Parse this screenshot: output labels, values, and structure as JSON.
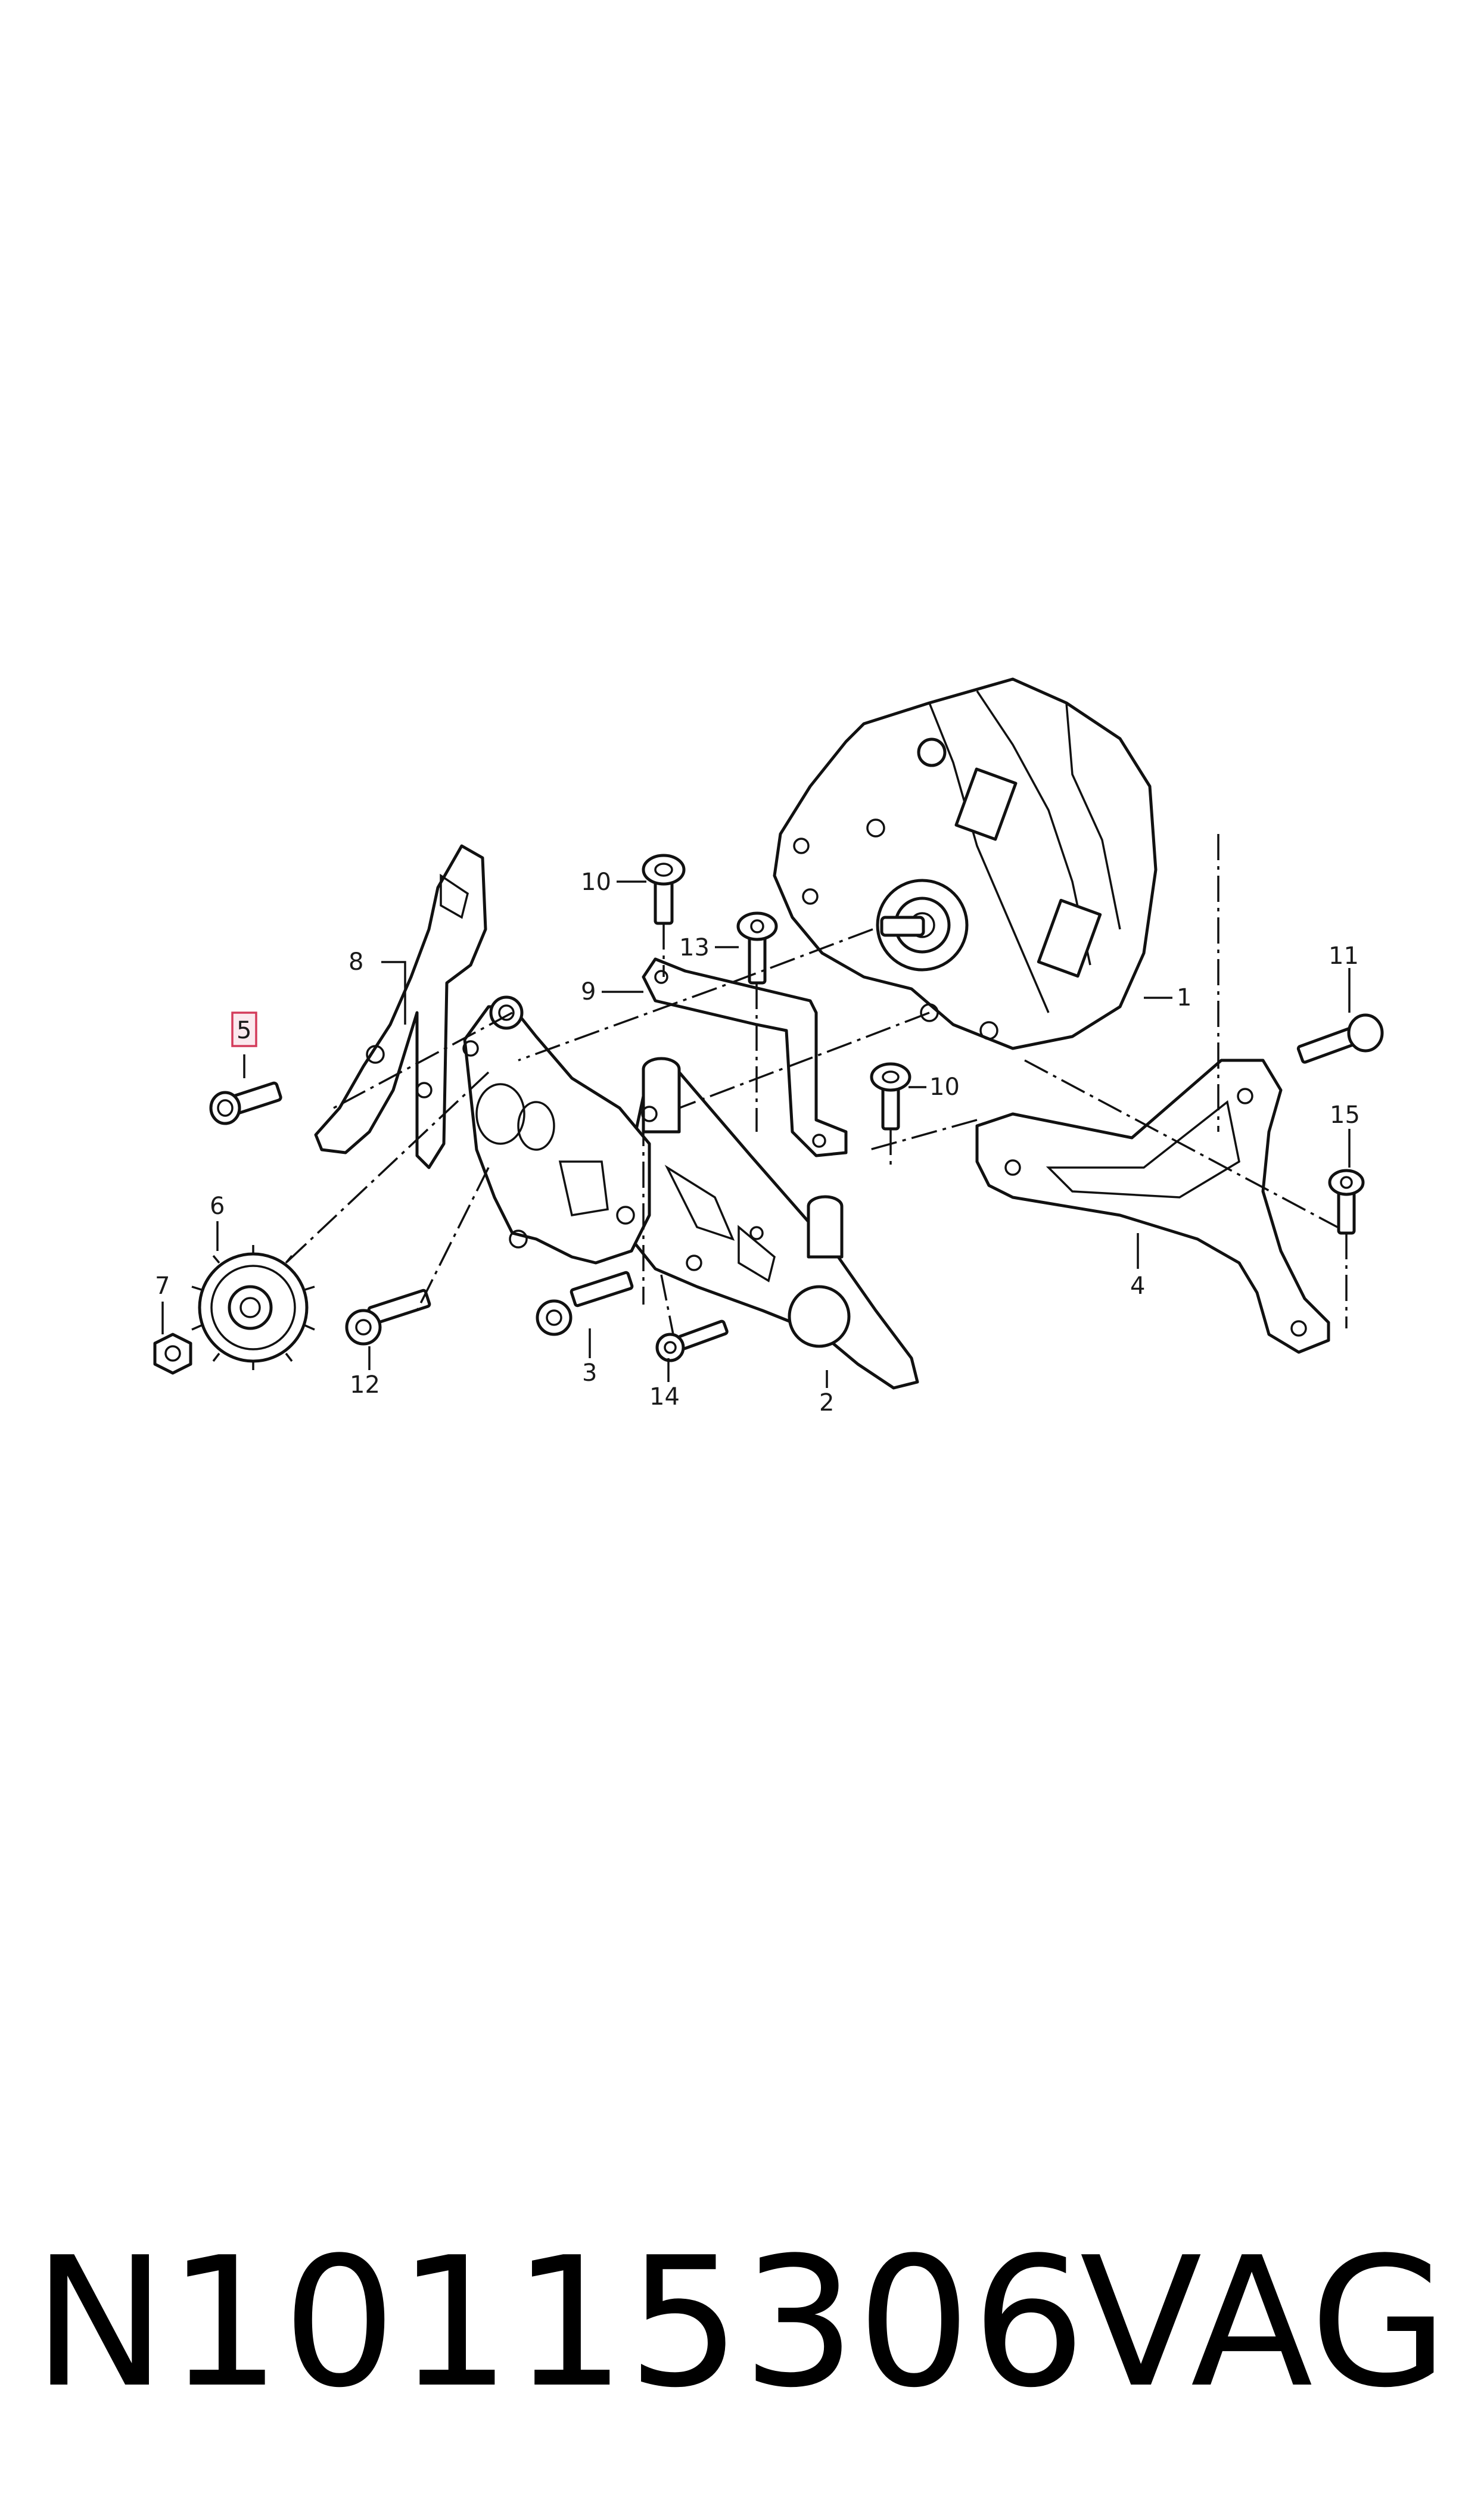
{
  "callouts": {
    "c1": "1",
    "c2": "2",
    "c3": "3",
    "c4": "4",
    "c5": "5",
    "c6": "6",
    "c7": "7",
    "c8": "8",
    "c9": "9",
    "c10a": "10",
    "c10b": "10",
    "c11": "11",
    "c12": "12",
    "c13": "13",
    "c14": "14",
    "c15": "15"
  },
  "highlighted_callout": "5",
  "footer": {
    "part_number": "N10115306",
    "brand": "VAG"
  },
  "colors": {
    "line": "#111111",
    "highlight_border": "#d33b5a",
    "highlight_fill": "#fbe9ee"
  }
}
